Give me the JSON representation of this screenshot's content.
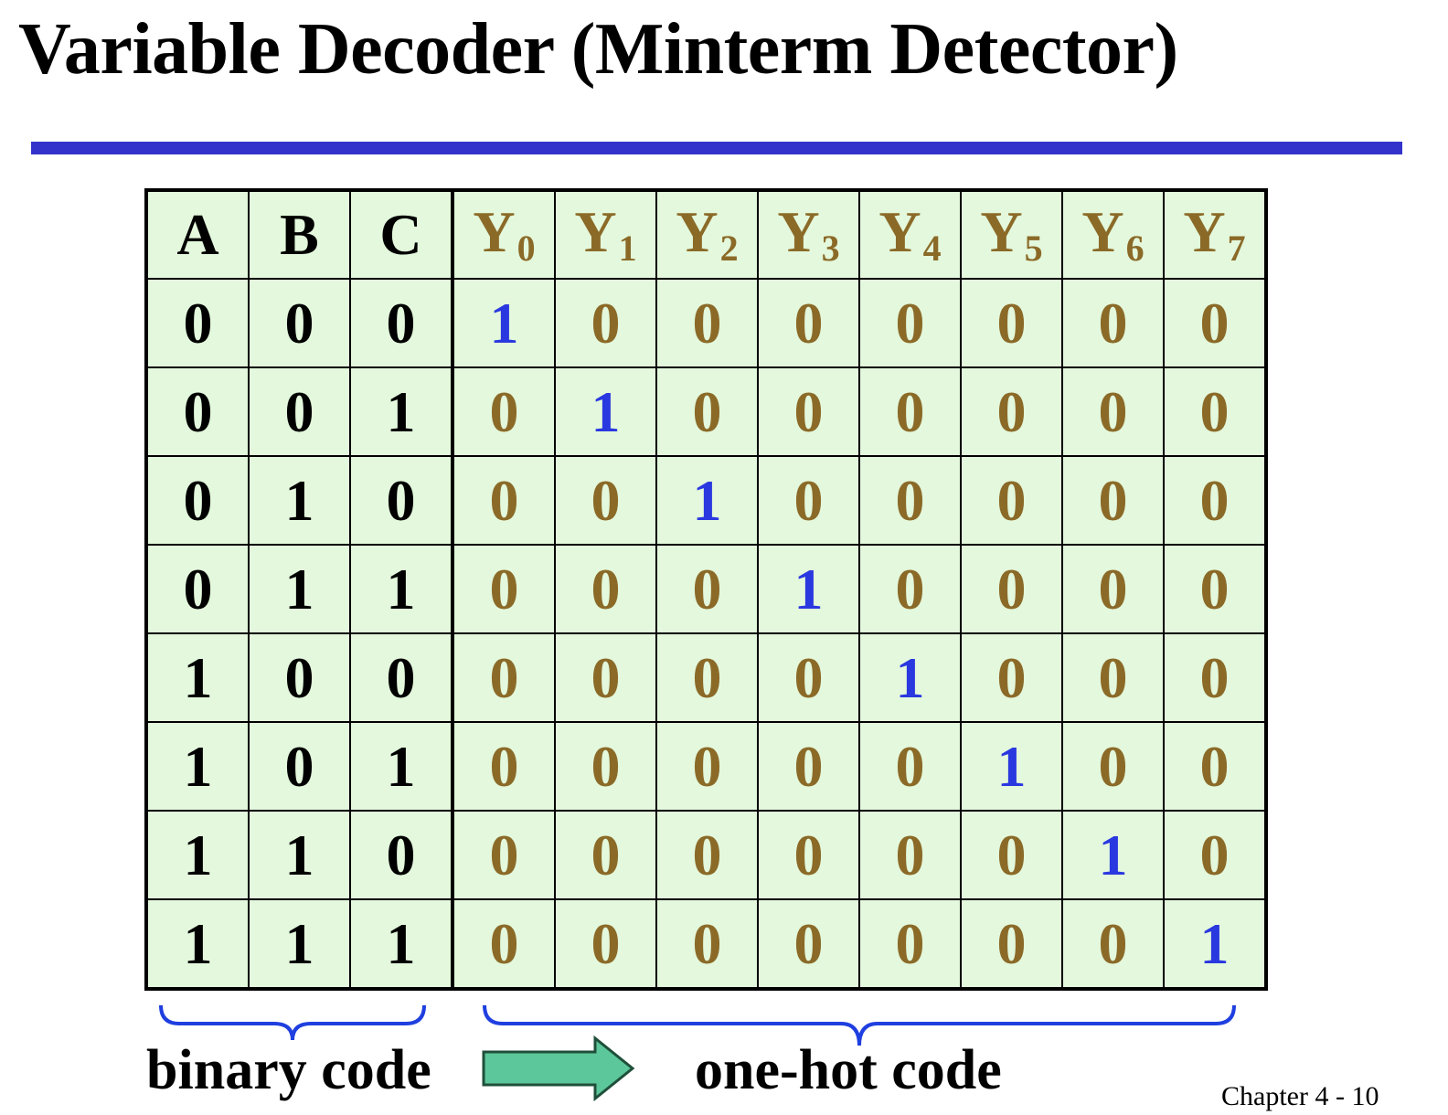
{
  "title": "Variable Decoder (Minterm Detector)",
  "colors": {
    "title_rule": "#3333cc",
    "table_bg": "#e3f8dc",
    "output_text": "#8b6a28",
    "active_one": "#2a38e0",
    "brace": "#1f3fe0",
    "arrow_fill": "#5cc79a"
  },
  "table": {
    "input_headers": [
      "A",
      "B",
      "C"
    ],
    "output_headers": [
      {
        "base": "Y",
        "sub": "0"
      },
      {
        "base": "Y",
        "sub": "1"
      },
      {
        "base": "Y",
        "sub": "2"
      },
      {
        "base": "Y",
        "sub": "3"
      },
      {
        "base": "Y",
        "sub": "4"
      },
      {
        "base": "Y",
        "sub": "5"
      },
      {
        "base": "Y",
        "sub": "6"
      },
      {
        "base": "Y",
        "sub": "7"
      }
    ],
    "rows": [
      {
        "inputs": [
          "0",
          "0",
          "0"
        ],
        "outputs": [
          "1",
          "0",
          "0",
          "0",
          "0",
          "0",
          "0",
          "0"
        ]
      },
      {
        "inputs": [
          "0",
          "0",
          "1"
        ],
        "outputs": [
          "0",
          "1",
          "0",
          "0",
          "0",
          "0",
          "0",
          "0"
        ]
      },
      {
        "inputs": [
          "0",
          "1",
          "0"
        ],
        "outputs": [
          "0",
          "0",
          "1",
          "0",
          "0",
          "0",
          "0",
          "0"
        ]
      },
      {
        "inputs": [
          "0",
          "1",
          "1"
        ],
        "outputs": [
          "0",
          "0",
          "0",
          "1",
          "0",
          "0",
          "0",
          "0"
        ]
      },
      {
        "inputs": [
          "1",
          "0",
          "0"
        ],
        "outputs": [
          "0",
          "0",
          "0",
          "0",
          "1",
          "0",
          "0",
          "0"
        ]
      },
      {
        "inputs": [
          "1",
          "0",
          "1"
        ],
        "outputs": [
          "0",
          "0",
          "0",
          "0",
          "0",
          "1",
          "0",
          "0"
        ]
      },
      {
        "inputs": [
          "1",
          "1",
          "0"
        ],
        "outputs": [
          "0",
          "0",
          "0",
          "0",
          "0",
          "0",
          "1",
          "0"
        ]
      },
      {
        "inputs": [
          "1",
          "1",
          "1"
        ],
        "outputs": [
          "0",
          "0",
          "0",
          "0",
          "0",
          "0",
          "0",
          "1"
        ]
      }
    ]
  },
  "labels": {
    "binary": "binary code",
    "onehot": "one-hot code"
  },
  "footer": "Chapter 4 - 10"
}
